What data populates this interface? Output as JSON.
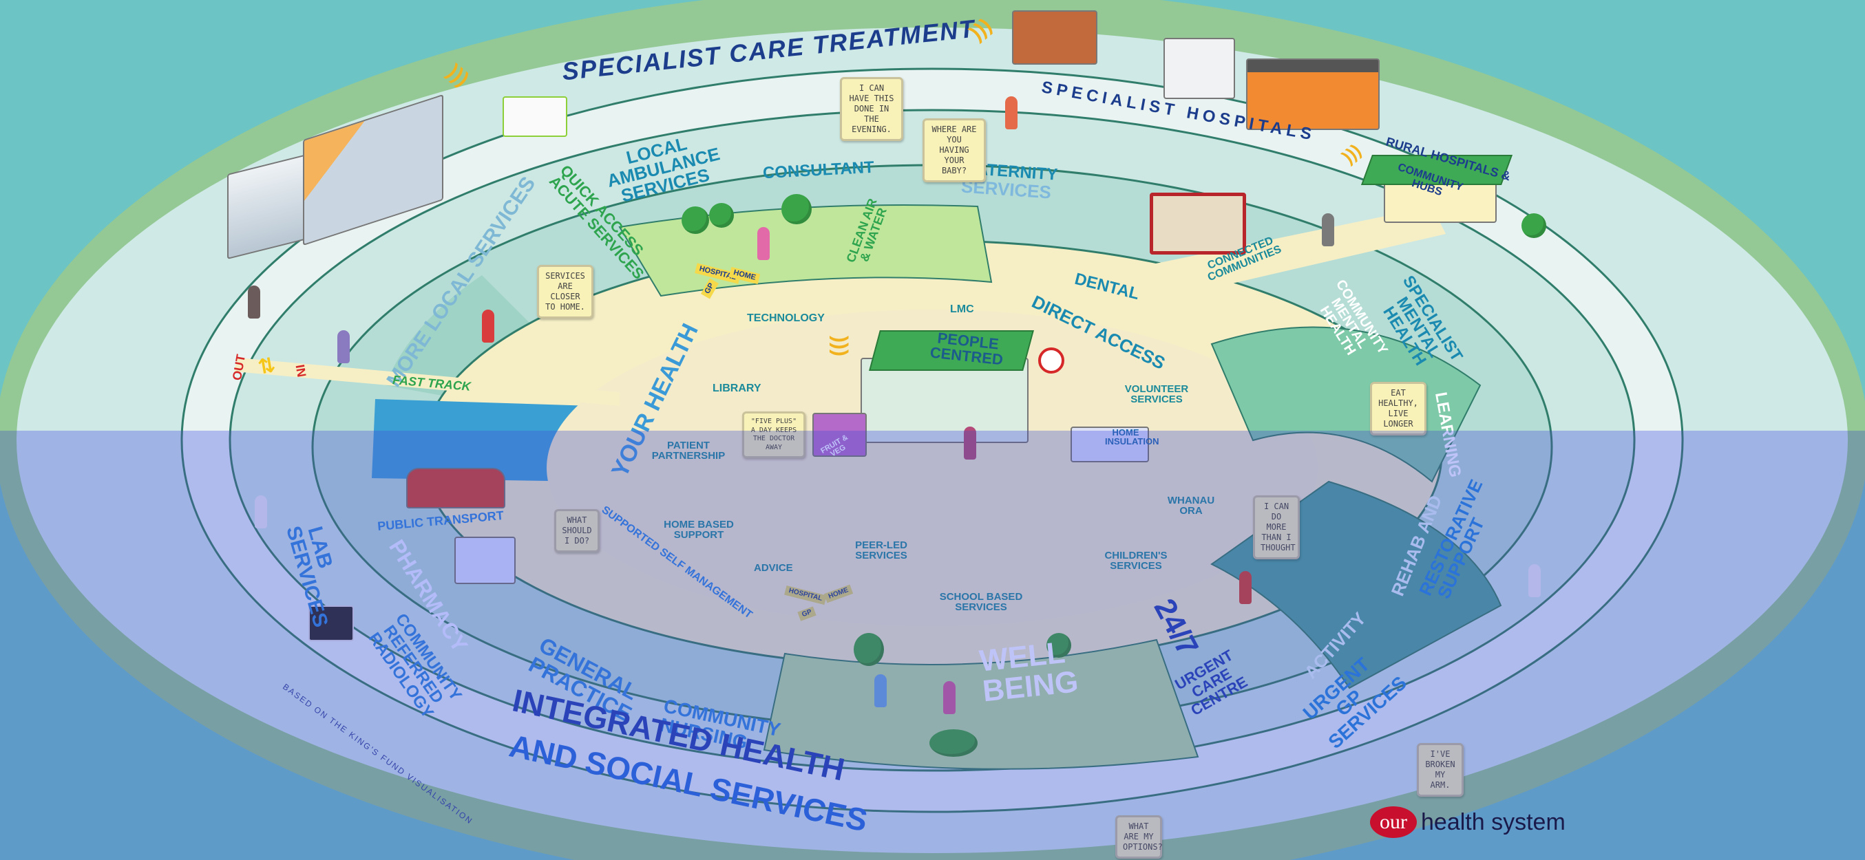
{
  "title": "Our Health System",
  "colors": {
    "bg_teal": "#6cc4c4",
    "outer_green": "#94c996",
    "specialist_ring": "#e6f2f2",
    "hospital_ring": "#cde8e4",
    "community_ring": "#b9e0d8",
    "inner_yellow": "#f6efc6",
    "water_blue": "#3a9fd3",
    "label_navy": "#1c3c8c",
    "label_teal": "#1b8a9a",
    "label_green": "#2ea44e",
    "label_sky": "#2a86d8",
    "tint_overlay": "#5a64e6"
  },
  "outer_ring": {
    "title": "SPECIALIST CARE TREATMENT",
    "specialist_hospitals": "SPECIALIST HOSPITALS",
    "rural_hospitals": "RURAL HOSPITALS &",
    "community_hubs": "COMMUNITY HUBS"
  },
  "middle_ring": {
    "local_ambulance": "LOCAL AMBULANCE SERVICES",
    "consultant": "CONSULTANT",
    "maternity": "MATERNITY",
    "maternity_services": "SERVICES",
    "dental": "DENTAL",
    "connected_communities": "CONNECTED COMMUNITIES",
    "specialist_mental_health": "SPECIALIST MENTAL HEALTH",
    "community_mental_health": "COMMUNITY MENTAL HEALTH",
    "learning": "LEARNING",
    "rehab": "REHAB AND",
    "restorative_support": "RESTORATIVE SUPPORT",
    "activity": "ACTIVITY",
    "urgent_gp": "URGENT GP SERVICES",
    "urgent_care": "URGENT CARE CENTRE",
    "twentyfour_seven": "24/7",
    "more_local_services": "MORE LOCAL SERVICES",
    "quick_access": "QUICK ACCESS",
    "acute_services": "ACUTE SERVICES",
    "lab_services": "LAB SERVICES",
    "pharmacy": "PHARMACY",
    "community_referred_radiology": "COMMUNITY REFERRED RADIOLOGY",
    "general_practice": "GENERAL PRACTICE",
    "community_nursing": "COMMUNITY NURSING",
    "well_being": "WELL BEING",
    "clean_air_water": "CLEAN AIR & WATER",
    "fast_track": "FAST TRACK",
    "out": "OUT",
    "in": "IN",
    "public_transport": "PUBLIC TRANSPORT"
  },
  "inner_ring": {
    "your_health": "YOUR HEALTH",
    "direct_access": "DIRECT ACCESS",
    "supported_self_management": "SUPPORTED SELF MANAGEMENT",
    "technology": "TECHNOLOGY",
    "lmc": "LMC",
    "library": "LIBRARY",
    "people_centred": "PEOPLE CENTRED",
    "volunteer_services": "VOLUNTEER SERVICES",
    "patient_partnership": "PATIENT PARTNERSHIP",
    "home_insulation": "HOME INSULATION",
    "home_based_support": "HOME BASED SUPPORT",
    "advice": "ADVICE",
    "peer_led_services": "PEER-LED SERVICES",
    "whanau_ora": "WHANAU ORA",
    "childrens_services": "CHILDREN'S SERVICES",
    "school_based_services": "SCHOOL BASED SERVICES",
    "fruit_veg": "FRUIT & VEG"
  },
  "signposts": {
    "hospital": "HOSPITAL",
    "home": "HOME",
    "gp": "GP"
  },
  "speech_bubbles": {
    "evening": "I CAN HAVE THIS DONE IN THE EVENING.",
    "baby": "WHERE ARE YOU HAVING YOUR BABY?",
    "closer": "SERVICES ARE CLOSER TO HOME.",
    "five_plus": "\"FIVE PLUS\" A DAY KEEPS THE DOCTOR AWAY",
    "eat_healthy": "EAT HEALTHY, LIVE LONGER",
    "what_should": "WHAT SHOULD I DO?",
    "do_more": "I CAN DO MORE THAN I THOUGHT",
    "options": "WHAT ARE MY OPTIONS?",
    "broken_arm": "I'VE BROKEN MY ARM."
  },
  "footer": {
    "integrated_line1": "INTEGRATED HEALTH",
    "integrated_line2": "AND SOCIAL SERVICES",
    "credit": "BASED ON THE KING'S FUND VISUALISATION",
    "logo_our": "our",
    "logo_rest": "health system"
  }
}
